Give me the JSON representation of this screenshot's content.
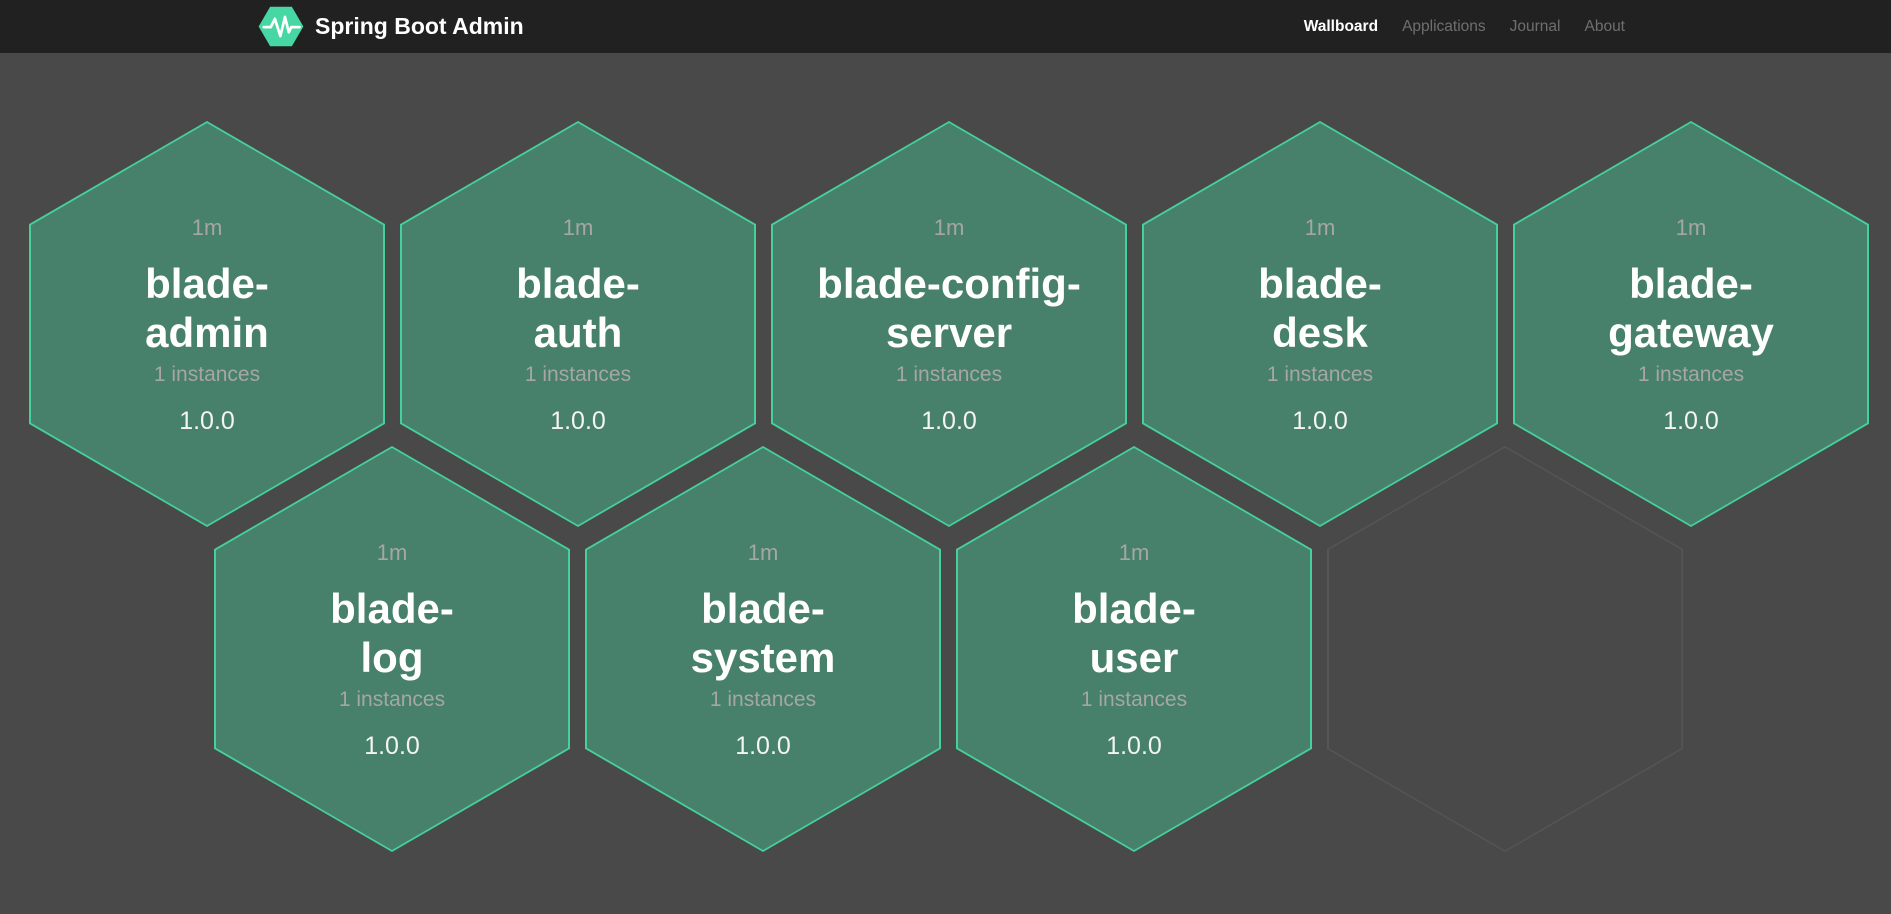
{
  "header": {
    "brand": "Spring Boot Admin",
    "nav": [
      {
        "label": "Wallboard",
        "active": true
      },
      {
        "label": "Applications",
        "active": false
      },
      {
        "label": "Journal",
        "active": false
      },
      {
        "label": "About",
        "active": false
      }
    ]
  },
  "colors": {
    "header_bg": "#212121",
    "page_bg": "#494949",
    "hex_fill": "#47806B",
    "hex_border": "#45D09C",
    "empty_hex_border": "#565656",
    "logo_color": "#46D7A4",
    "muted_text": "#A6A6A6",
    "name_text": "#FFFFFF",
    "version_text": "#F4F4F4"
  },
  "applications": [
    {
      "uptime": "1m",
      "name": "blade-admin",
      "name_lines": [
        "blade-",
        "admin"
      ],
      "instances_label": "1 instances",
      "version": "1.0.0",
      "status": "up"
    },
    {
      "uptime": "1m",
      "name": "blade-auth",
      "name_lines": [
        "blade-",
        "auth"
      ],
      "instances_label": "1 instances",
      "version": "1.0.0",
      "status": "up"
    },
    {
      "uptime": "1m",
      "name": "blade-config-server",
      "name_lines": [
        "blade-config-",
        "server"
      ],
      "instances_label": "1 instances",
      "version": "1.0.0",
      "status": "up"
    },
    {
      "uptime": "1m",
      "name": "blade-desk",
      "name_lines": [
        "blade-",
        "desk"
      ],
      "instances_label": "1 instances",
      "version": "1.0.0",
      "status": "up"
    },
    {
      "uptime": "1m",
      "name": "blade-gateway",
      "name_lines": [
        "blade-",
        "gateway"
      ],
      "instances_label": "1 instances",
      "version": "1.0.0",
      "status": "up"
    },
    {
      "uptime": "1m",
      "name": "blade-log",
      "name_lines": [
        "blade-",
        "log"
      ],
      "instances_label": "1 instances",
      "version": "1.0.0",
      "status": "up"
    },
    {
      "uptime": "1m",
      "name": "blade-system",
      "name_lines": [
        "blade-",
        "system"
      ],
      "instances_label": "1 instances",
      "version": "1.0.0",
      "status": "up"
    },
    {
      "uptime": "1m",
      "name": "blade-user",
      "name_lines": [
        "blade-",
        "user"
      ],
      "instances_label": "1 instances",
      "version": "1.0.0",
      "status": "up"
    }
  ],
  "empty_slots": 1
}
